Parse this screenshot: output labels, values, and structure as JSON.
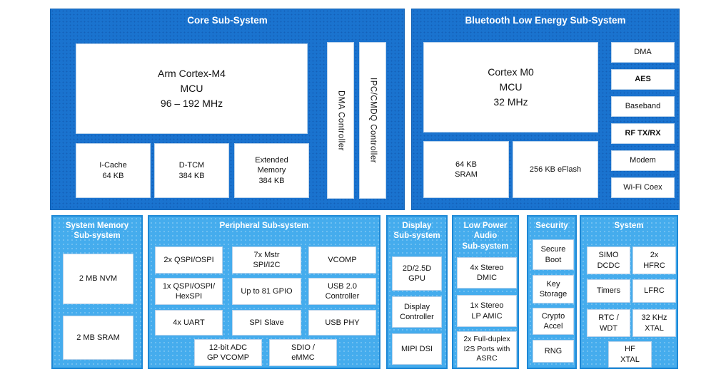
{
  "colors": {
    "dark_blue": "#1a73cf",
    "light_blue": "#45aced",
    "panel_border": "#1e88d5",
    "box_background": "#ffffff",
    "box_border": "#b9d2ea",
    "title_text": "#ffffff",
    "box_text": "#111111"
  },
  "top": {
    "core": {
      "title": "Core Sub-System",
      "mcu": "Arm Cortex-M4\nMCU\n96 – 192 MHz",
      "memories": [
        {
          "label": "I-Cache\n64 KB"
        },
        {
          "label": "D-TCM\n384 KB"
        },
        {
          "label": "Extended\nMemory\n384 KB"
        }
      ],
      "vertical": [
        {
          "label": "DMA Controller"
        },
        {
          "label": "IPC/CMDQ Controller"
        }
      ]
    },
    "ble": {
      "title": "Bluetooth Low Energy Sub-System",
      "mcu": "Cortex M0\nMCU\n32 MHz",
      "memories": [
        {
          "label": "64 KB\nSRAM"
        },
        {
          "label": "256 KB eFlash"
        }
      ],
      "side": [
        {
          "label": "DMA"
        },
        {
          "label": "AES"
        },
        {
          "label": "Baseband"
        },
        {
          "label": "RF TX/RX"
        },
        {
          "label": "Modem"
        },
        {
          "label": "Wi-Fi Coex"
        }
      ]
    }
  },
  "bottom": {
    "system_memory": {
      "title": "System Memory\nSub-system",
      "items": [
        {
          "label": "2 MB NVM"
        },
        {
          "label": "2 MB SRAM"
        }
      ]
    },
    "peripheral": {
      "title": "Peripheral Sub-system",
      "grid": [
        {
          "label": "2x QSPI/OSPI"
        },
        {
          "label": "7x Mstr\nSPI/I2C"
        },
        {
          "label": "VCOMP"
        },
        {
          "label": "1x QSPI/OSPI/\nHexSPI"
        },
        {
          "label": "Up to 81 GPIO"
        },
        {
          "label": "USB 2.0\nController"
        },
        {
          "label": "4x UART"
        },
        {
          "label": "SPI Slave"
        },
        {
          "label": "USB PHY"
        }
      ],
      "extra": [
        {
          "label": "12-bit ADC\nGP VCOMP"
        },
        {
          "label": "SDIO /\neMMC"
        }
      ]
    },
    "display": {
      "title": "Display\nSub-system",
      "items": [
        {
          "label": "2D/2.5D\nGPU"
        },
        {
          "label": "Display\nController"
        },
        {
          "label": "MIPI DSI"
        }
      ]
    },
    "audio": {
      "title": "Low Power\nAudio\nSub-system",
      "items": [
        {
          "label": "4x Stereo\nDMIC"
        },
        {
          "label": "1x Stereo\nLP AMIC"
        },
        {
          "label": "2x Full-duplex\nI2S Ports with\nASRC"
        }
      ]
    },
    "security": {
      "title": "Security",
      "items": [
        {
          "label": "Secure\nBoot"
        },
        {
          "label": "Key\nStorage"
        },
        {
          "label": "Crypto\nAccel"
        },
        {
          "label": "RNG"
        }
      ]
    },
    "system": {
      "title": "System",
      "grid": [
        {
          "label": "SIMO\nDCDC"
        },
        {
          "label": "2x\nHFRC"
        },
        {
          "label": "Timers"
        },
        {
          "label": "LFRC"
        },
        {
          "label": "RTC /\nWDT"
        },
        {
          "label": "32 KHz\nXTAL"
        }
      ],
      "centered": "HF\nXTAL"
    }
  }
}
